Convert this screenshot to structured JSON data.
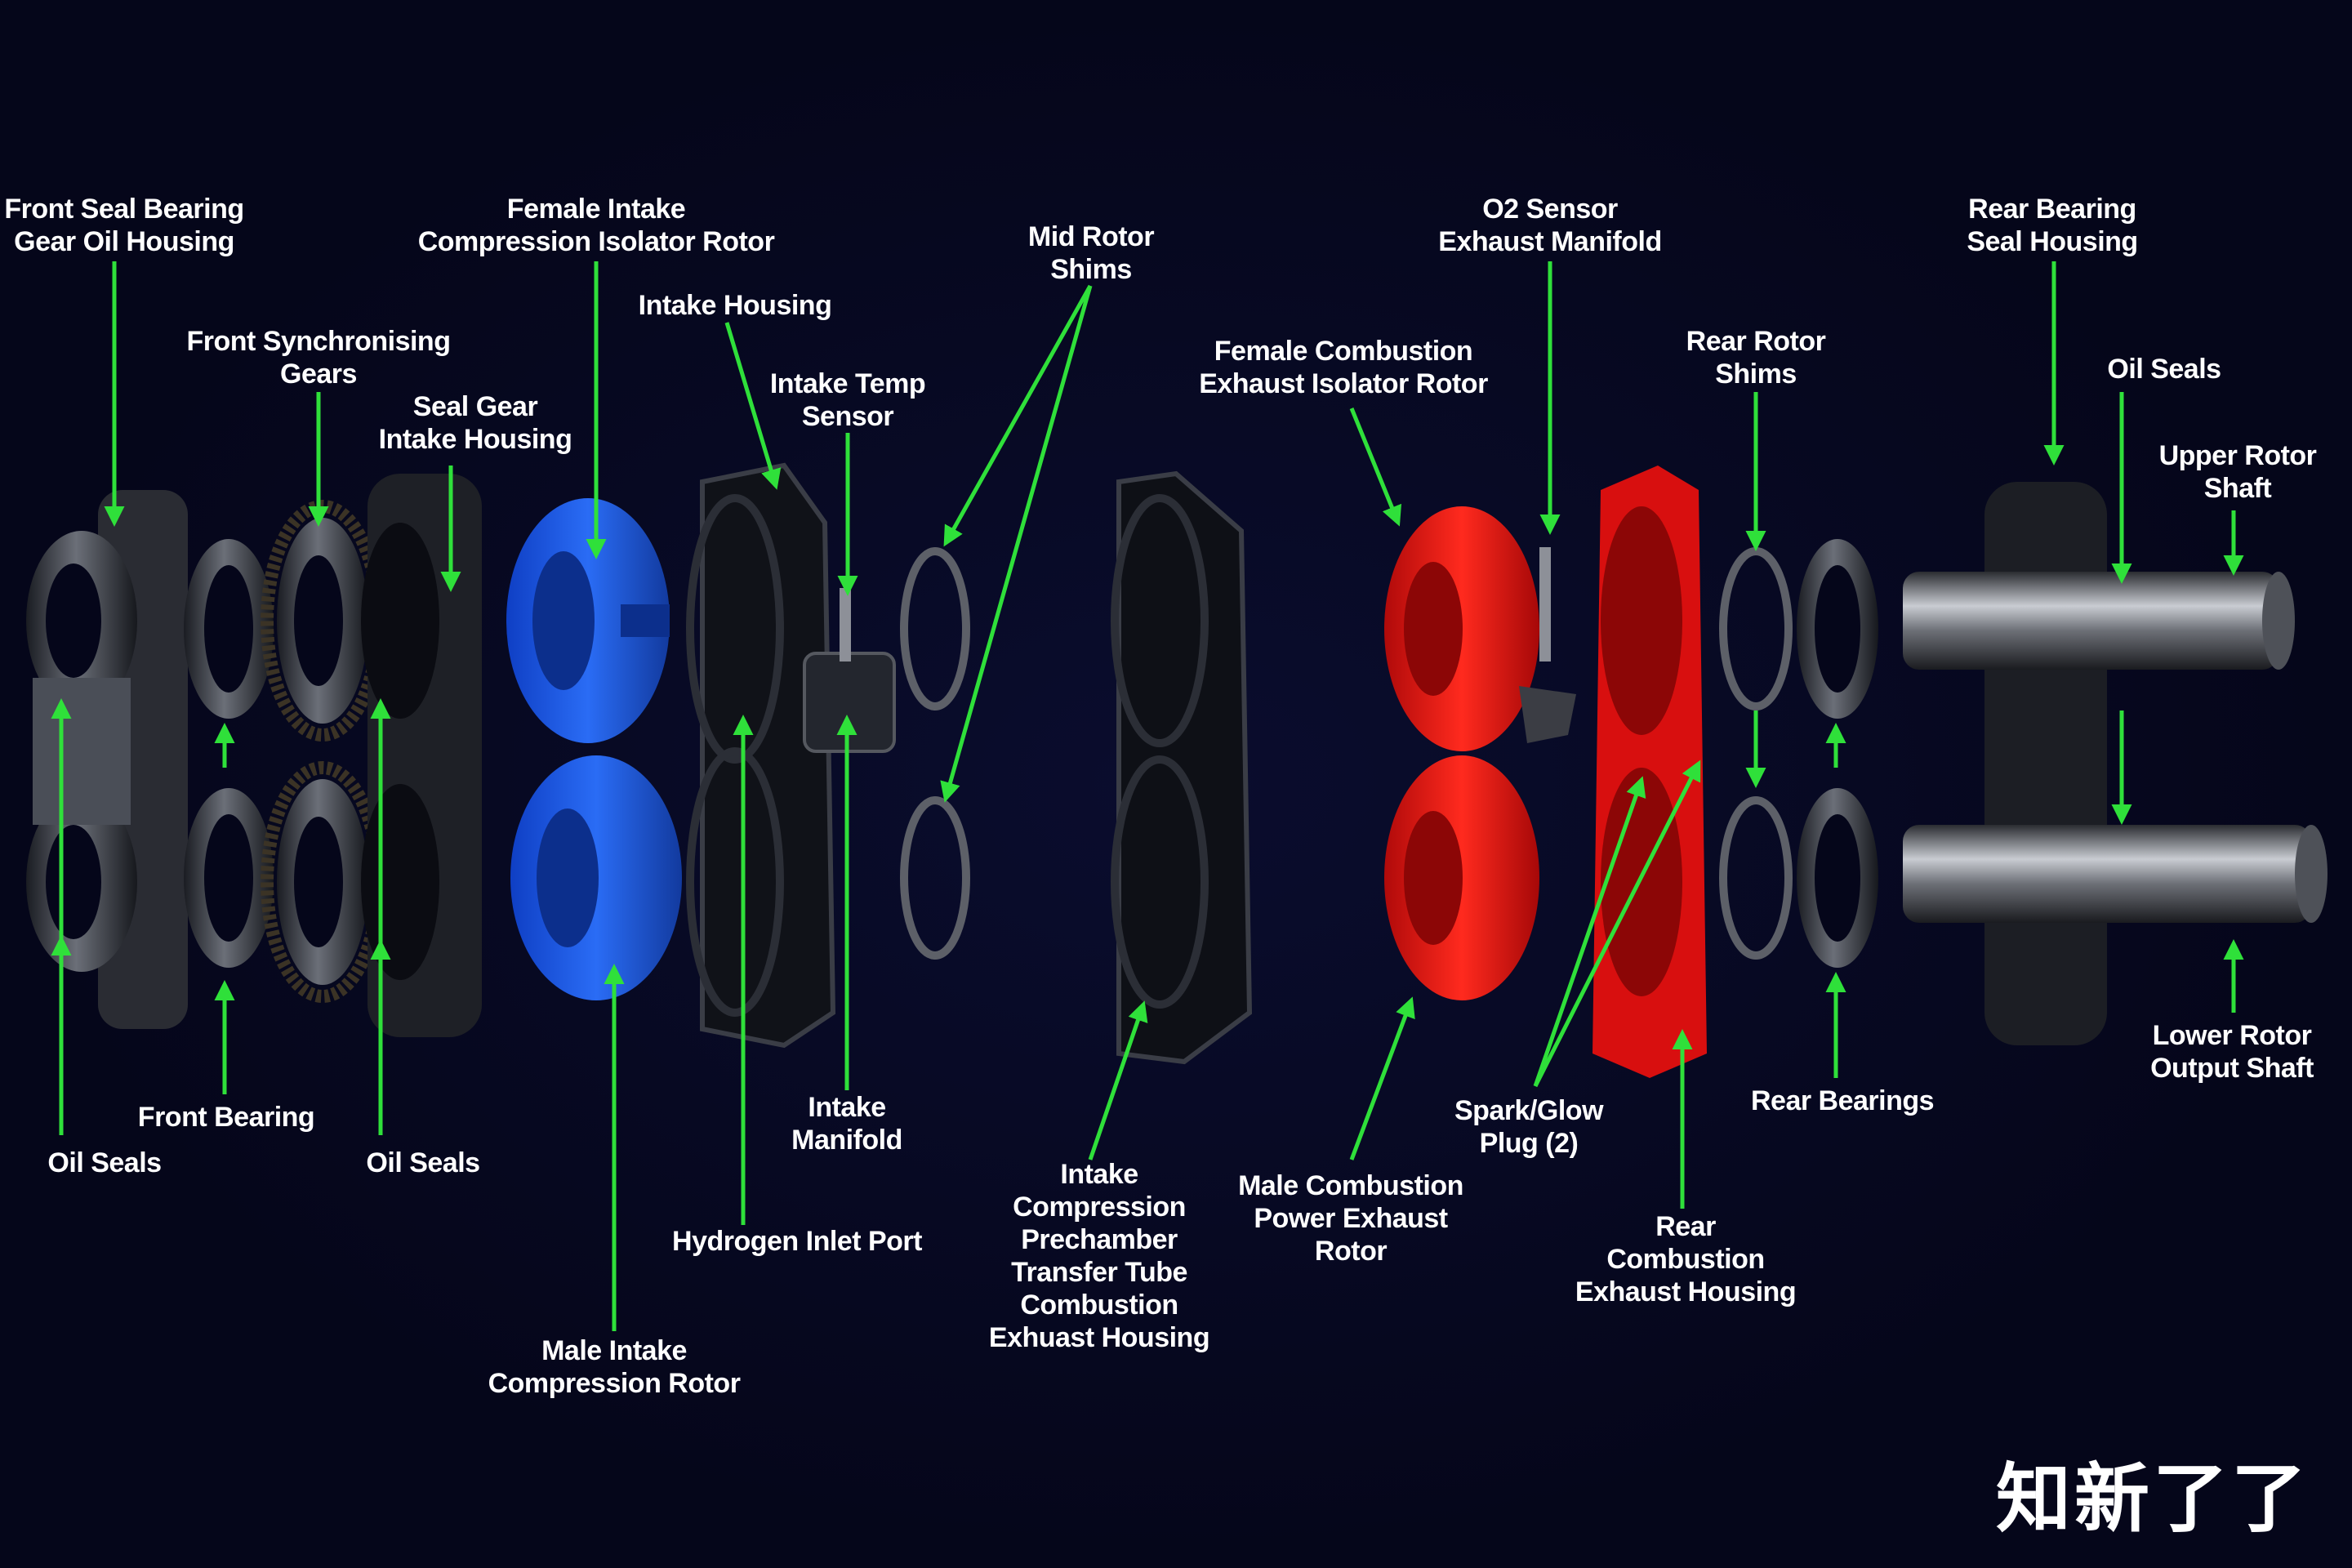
{
  "labels": {
    "front_seal_housing": [
      "Front Seal Bearing",
      "Gear Oil Housing"
    ],
    "front_sync_gears": [
      "Front Synchronising",
      "Gears"
    ],
    "seal_gear_housing": [
      "Seal Gear",
      "Intake Housing"
    ],
    "female_intake_rotor": [
      "Female Intake",
      "Compression Isolator Rotor"
    ],
    "intake_housing": [
      "Intake Housing"
    ],
    "intake_temp_sensor": [
      "Intake Temp",
      "Sensor"
    ],
    "mid_rotor_shims": [
      "Mid Rotor",
      "Shims"
    ],
    "female_combustion_rotor": [
      "Female Combustion",
      "Exhaust Isolator Rotor"
    ],
    "o2_sensor": [
      "O2 Sensor",
      "Exhaust Manifold"
    ],
    "rear_rotor_shims": [
      "Rear Rotor",
      "Shims"
    ],
    "rear_bearing_housing": [
      "Rear Bearing",
      "Seal Housing"
    ],
    "oil_seals_right": [
      "Oil Seals"
    ],
    "upper_rotor_shaft": [
      "Upper Rotor",
      "Shaft"
    ],
    "oil_seals_left": [
      "Oil Seals"
    ],
    "front_bearing": [
      "Front Bearing"
    ],
    "oil_seals_mid": [
      "Oil Seals"
    ],
    "hydrogen_inlet": [
      "Hydrogen Inlet Port"
    ],
    "intake_manifold": [
      "Intake",
      "Manifold"
    ],
    "male_intake_rotor": [
      "Male Intake",
      "Compression Rotor"
    ],
    "transfer_tube": [
      "Intake",
      "Compression",
      "Prechamber",
      "Transfer Tube",
      "Combustion",
      "Exhuast Housing"
    ],
    "male_combustion_rotor": [
      "Male Combustion",
      "Power Exhaust",
      "Rotor"
    ],
    "spark_glow_plug": [
      "Spark/Glow",
      "Plug (2)"
    ],
    "rear_combustion_housing": [
      "Rear",
      "Combustion",
      "Exhaust Housing"
    ],
    "rear_bearings": [
      "Rear Bearings"
    ],
    "lower_rotor_shaft": [
      "Lower Rotor",
      "Output Shaft"
    ]
  },
  "watermark": "知新了了",
  "colors": {
    "background": "#05061a",
    "arrow": "#2fe03a",
    "intake_rotor": "#1f5be6",
    "combustion_rotor": "#e01414",
    "metal": "#3a3d44"
  }
}
